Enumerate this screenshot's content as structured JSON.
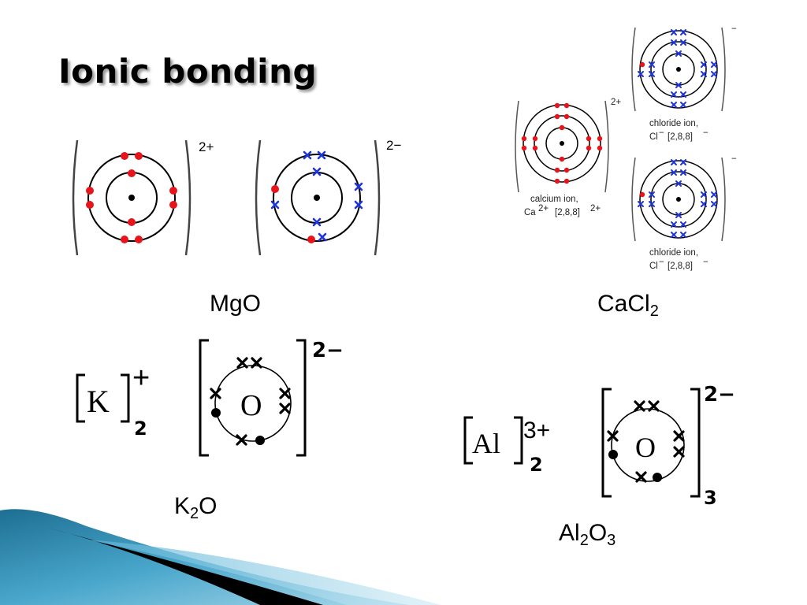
{
  "title": "Ionic bonding",
  "compounds": {
    "mgo": {
      "formula": "MgO",
      "mg_charge": "2+",
      "o_charge": "2−"
    },
    "cacl2": {
      "formula_base": "CaCl",
      "formula_sub": "2",
      "calcium_name": "calcium ion,",
      "calcium_config_prefix": "Ca",
      "calcium_config_charge": "2+",
      "calcium_config": "[2,8,8]",
      "calcium_config_charge2": "2+",
      "calcium_charge": "2+",
      "chloride_name": "chloride ion,",
      "chloride_config_prefix": "Cl",
      "chloride_config_charge": "−",
      "chloride_config": "[2,8,8]",
      "chloride_config_charge2": "−",
      "chloride_charge": "−"
    },
    "k2o": {
      "formula_a": "K",
      "formula_sub": "2",
      "formula_b": "O",
      "cation_symbol": "K",
      "cation_charge": "+",
      "cation_count": "2",
      "anion_symbol": "O",
      "anion_charge": "2−"
    },
    "al2o3": {
      "formula_a": "Al",
      "formula_sub1": "2",
      "formula_b": "O",
      "formula_sub2": "3",
      "cation_symbol": "Al",
      "cation_charge": "3+",
      "cation_count": "2",
      "anion_symbol": "O",
      "anion_charge": "2−",
      "anion_count": "3"
    }
  },
  "colors": {
    "own_electron": "#e8141b",
    "gained_electron": "#1e35d8",
    "shell": "#000000",
    "bracket": "#444444"
  }
}
